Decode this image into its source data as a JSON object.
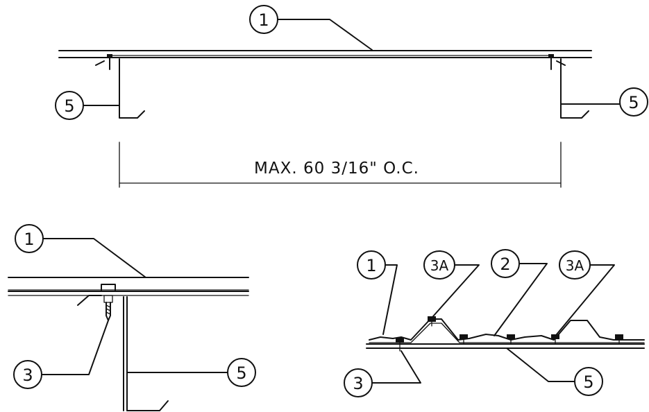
{
  "callouts": {
    "top_1": "1",
    "top_left_5": "5",
    "top_right_5": "5",
    "bl_1": "1",
    "bl_3": "3",
    "bl_5": "5",
    "br_1": "1",
    "br_3a_left": "3A",
    "br_2": "2",
    "br_3a_right": "3A",
    "br_3": "3",
    "br_5": "5"
  },
  "dimension": {
    "label": "MAX. 60 3/16\" O.C."
  }
}
